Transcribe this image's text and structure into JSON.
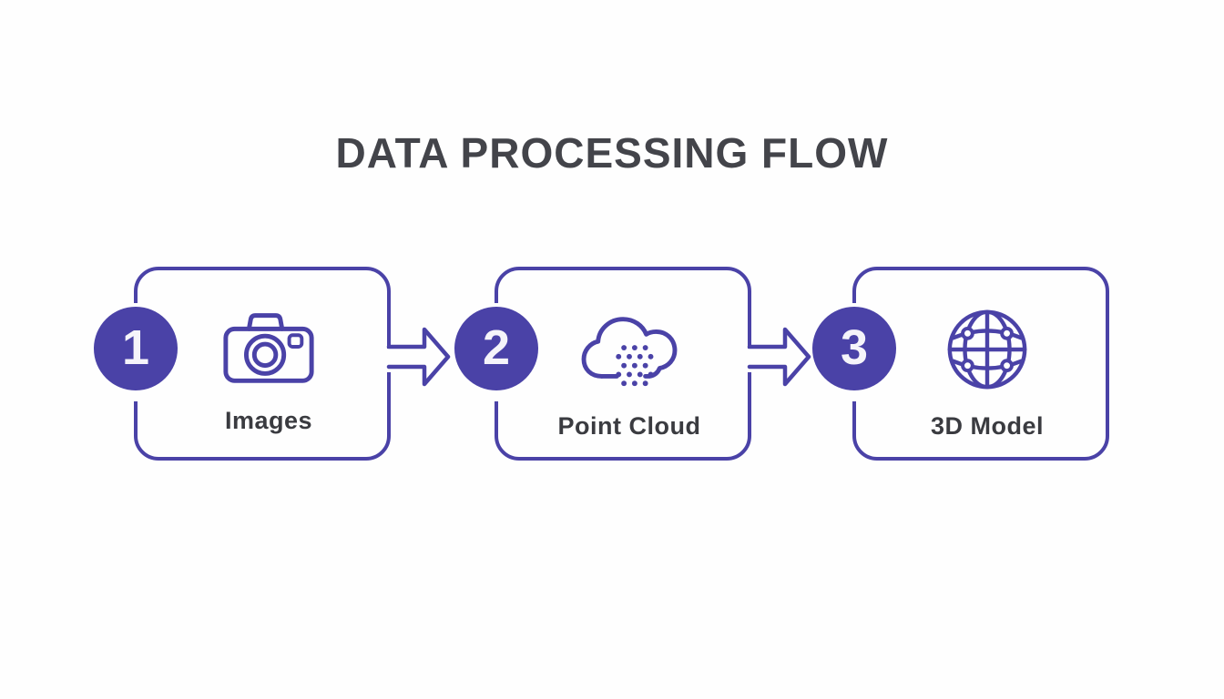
{
  "title": "DATA PROCESSING FLOW",
  "colors": {
    "background": "#fefefe",
    "accent": "#4a42a7",
    "title_text": "#43444a",
    "label_text": "#3a3b40",
    "badge_text": "#f5f4fa"
  },
  "flow": {
    "steps": [
      {
        "number": "1",
        "label": "Images",
        "icon": "camera-icon"
      },
      {
        "number": "2",
        "label": "Point Cloud",
        "icon": "point-cloud-icon"
      },
      {
        "number": "3",
        "label": "3D Model",
        "icon": "globe-wireframe-icon"
      }
    ],
    "connectors": [
      {
        "from": "Images",
        "to": "Point Cloud"
      },
      {
        "from": "Point Cloud",
        "to": "3D Model"
      }
    ]
  }
}
